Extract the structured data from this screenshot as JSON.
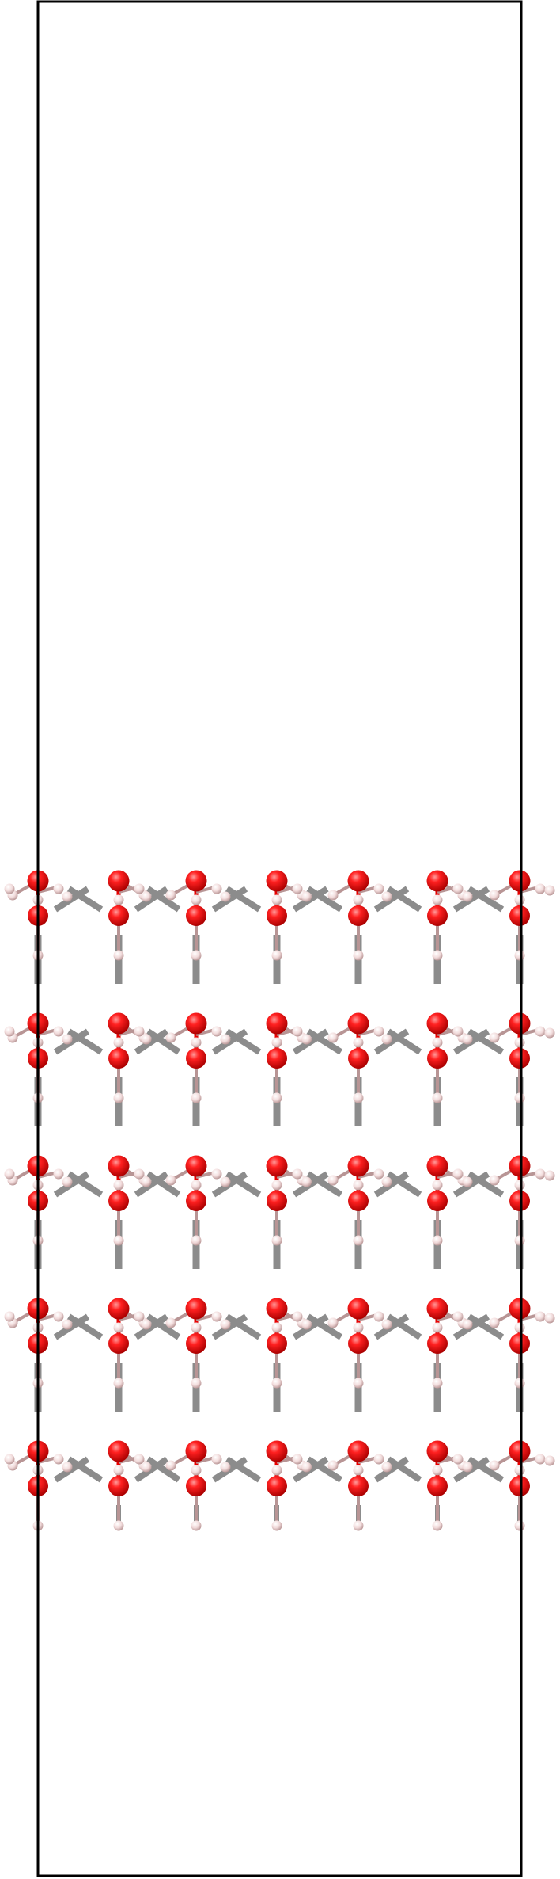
{
  "figure": {
    "type": "crystal-structure-side-view",
    "layer_count": 5,
    "columns_per_layer": 7,
    "colors": {
      "background": "#ffffff",
      "cell_border": "#000000",
      "bond": "#8c8c8c",
      "oxygen": "#e60000",
      "oxygen_highlight": "#ff7a7a",
      "hydrogen": "#f2dcdc",
      "hydrogen_shade": "#b89595"
    },
    "atoms": [
      "oxygen",
      "hydrogen"
    ]
  }
}
